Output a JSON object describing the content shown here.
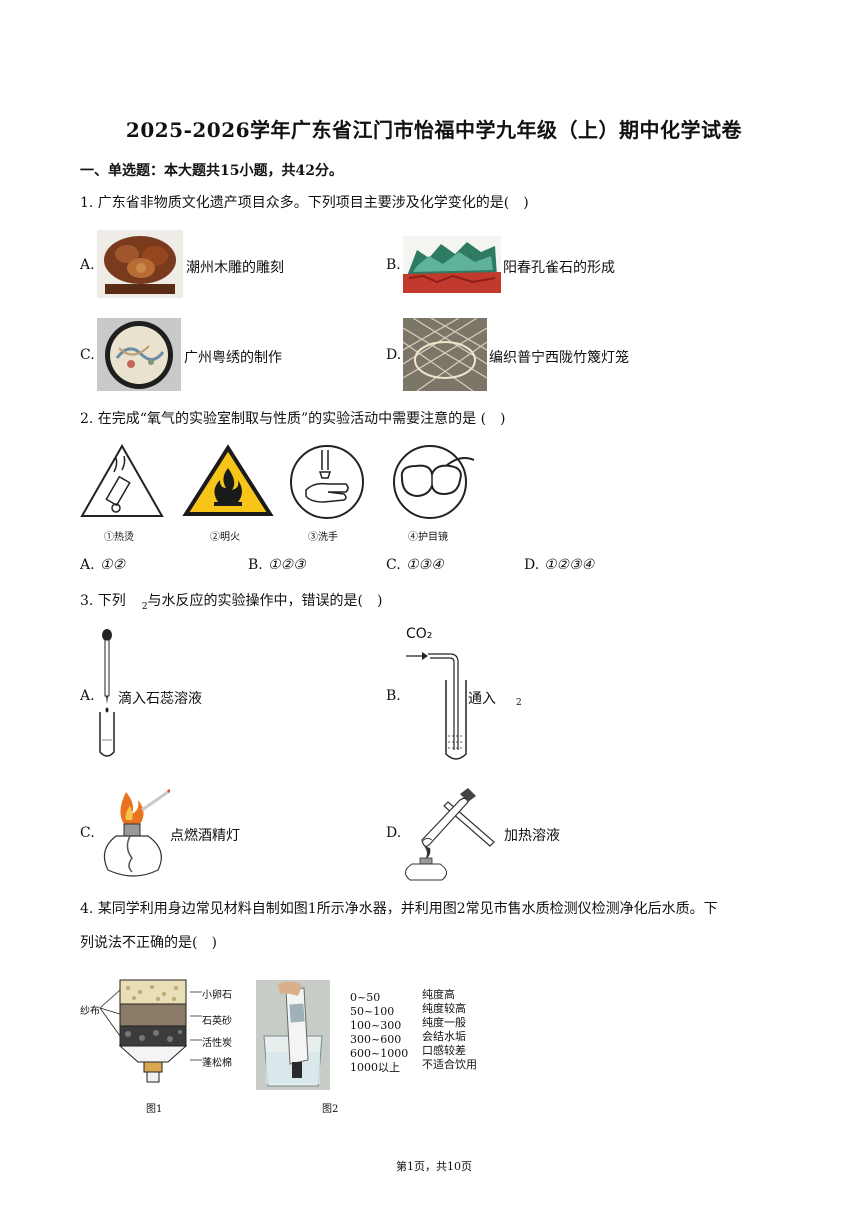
{
  "title": "2025-2026学年广东省江门市怡福中学九年级（上）期中化学试卷",
  "section": "一、单选题：本大题共15小题，共42分。",
  "q1": {
    "stem": "1. 广东省非物质文化遗产项目众多。下列项目主要涉及化学变化的是(　)",
    "options": [
      {
        "letter": "A.",
        "text": "潮州木雕的雕刻"
      },
      {
        "letter": "B.",
        "text": "阳春孔雀石的形成"
      },
      {
        "letter": "C.",
        "text": "广州粤绣的制作"
      },
      {
        "letter": "D.",
        "text": "编织普宁西陇竹篾灯笼"
      }
    ]
  },
  "q2": {
    "stem": "2. 在完成“氧气的实验室制取与性质”的实验活动中需要注意的是 (　)",
    "icons": [
      "①热烫",
      "②明火",
      "③洗手",
      "④护目镜"
    ],
    "options": [
      {
        "letter": "A.",
        "text": "①②"
      },
      {
        "letter": "B.",
        "text": "①②③"
      },
      {
        "letter": "C.",
        "text": "①③④"
      },
      {
        "letter": "D.",
        "text": "①②③④"
      }
    ]
  },
  "q3": {
    "stem_a": "3. 下列",
    "stem_sub": "2",
    "stem_b": "与水反应的实验操作中，错误的是(　)",
    "co2": "CO₂",
    "options": [
      {
        "letter": "A.",
        "text": "滴入石蕊溶液"
      },
      {
        "letter": "B.",
        "text": "通入",
        "sub": "2"
      },
      {
        "letter": "C.",
        "text": "点燃酒精灯"
      },
      {
        "letter": "D.",
        "text": "加热溶液"
      }
    ]
  },
  "q4": {
    "stem_line1": "4. 某同学利用身边常见材料自制如图1所示净水器，并利用图2常见市售水质检测仪检测净化后水质。下",
    "stem_line2": "列说法不正确的是(　)",
    "fig1_labels": {
      "gauze": "纱布",
      "pebble": "小卵石",
      "quartz": "石英砂",
      "carbon": "活性炭",
      "cotton": "蓬松棉"
    },
    "fig1_caption": "图1",
    "fig2_caption": "图2",
    "tds_table": [
      {
        "range": "0~50",
        "desc": "纯度高"
      },
      {
        "range": "50~100",
        "desc": "纯度较高"
      },
      {
        "range": "100~300",
        "desc": "纯度一般"
      },
      {
        "range": "300~600",
        "desc": "会结水垢"
      },
      {
        "range": "600~1000",
        "desc": "口感较差"
      },
      {
        "range": "1000以上",
        "desc": "不适合饮用"
      }
    ]
  },
  "footer": "第1页，共10页"
}
